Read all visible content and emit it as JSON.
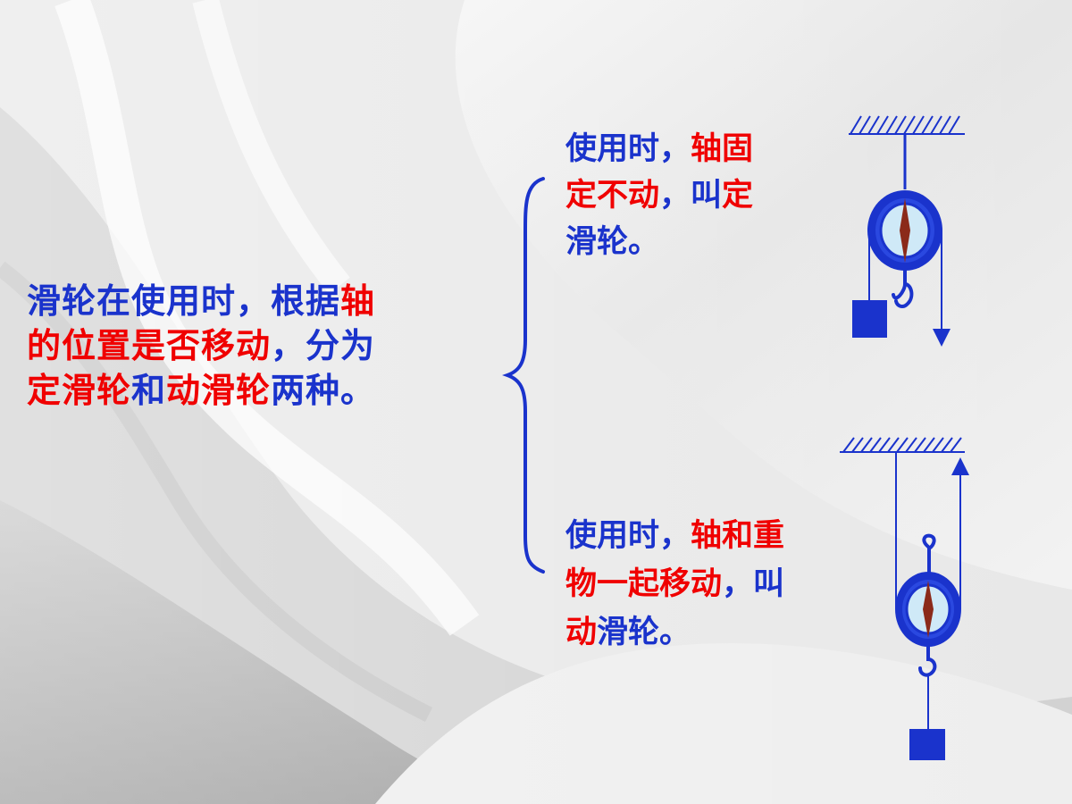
{
  "slide": {
    "main_text": {
      "line1": {
        "a": "滑轮在使用时，根据",
        "b": "轴"
      },
      "line2": {
        "a": "的位置是否移动",
        "b": "，分为"
      },
      "line3": {
        "a": "定滑轮",
        "b": "和",
        "c": "动滑轮",
        "d": "两种。"
      }
    },
    "fixed_pulley_text": {
      "line1": {
        "a": "使用时，",
        "b": "轴固"
      },
      "line2": {
        "a": "定不动",
        "b": "，叫",
        "c": "定"
      },
      "line3": {
        "a": "滑轮。"
      }
    },
    "movable_pulley_text": {
      "line1": {
        "a": "使用时，",
        "b": "轴和重"
      },
      "line2": {
        "a": "物一起移动",
        "b": "，叫"
      },
      "line3": {
        "a": "动",
        "b": "滑轮。"
      }
    },
    "colors": {
      "text_blue": "#1a33cc",
      "text_red": "#f00000",
      "diagram_blue": "#1a33cc",
      "pulley_inner": "#cfe9f7",
      "axle": "#8b2a1a"
    },
    "icons": [
      "fixed-pulley-diagram",
      "movable-pulley-diagram",
      "curly-brace"
    ]
  }
}
